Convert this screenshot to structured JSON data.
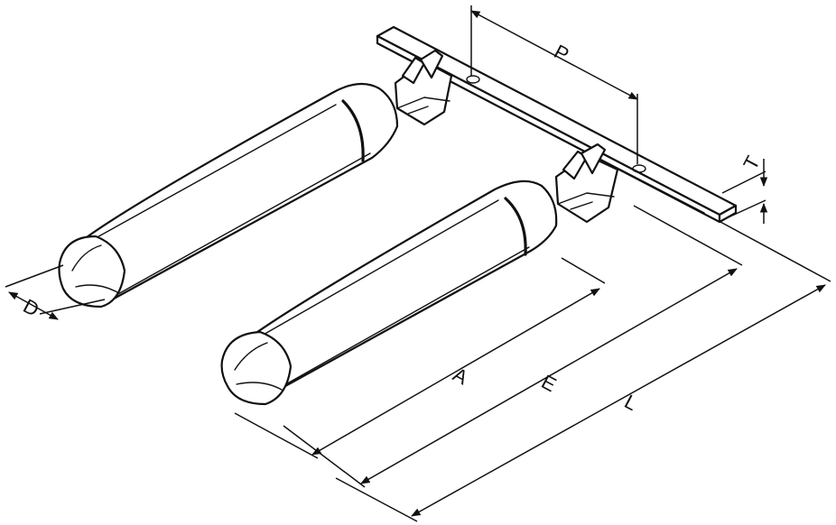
{
  "diagram": {
    "dimension_labels": {
      "pitch": "P",
      "thickness": "T",
      "diameter": "D",
      "length_a": "A",
      "length_e": "E",
      "length_l": "L"
    },
    "line_color": "#111111",
    "background_color": "#ffffff"
  }
}
